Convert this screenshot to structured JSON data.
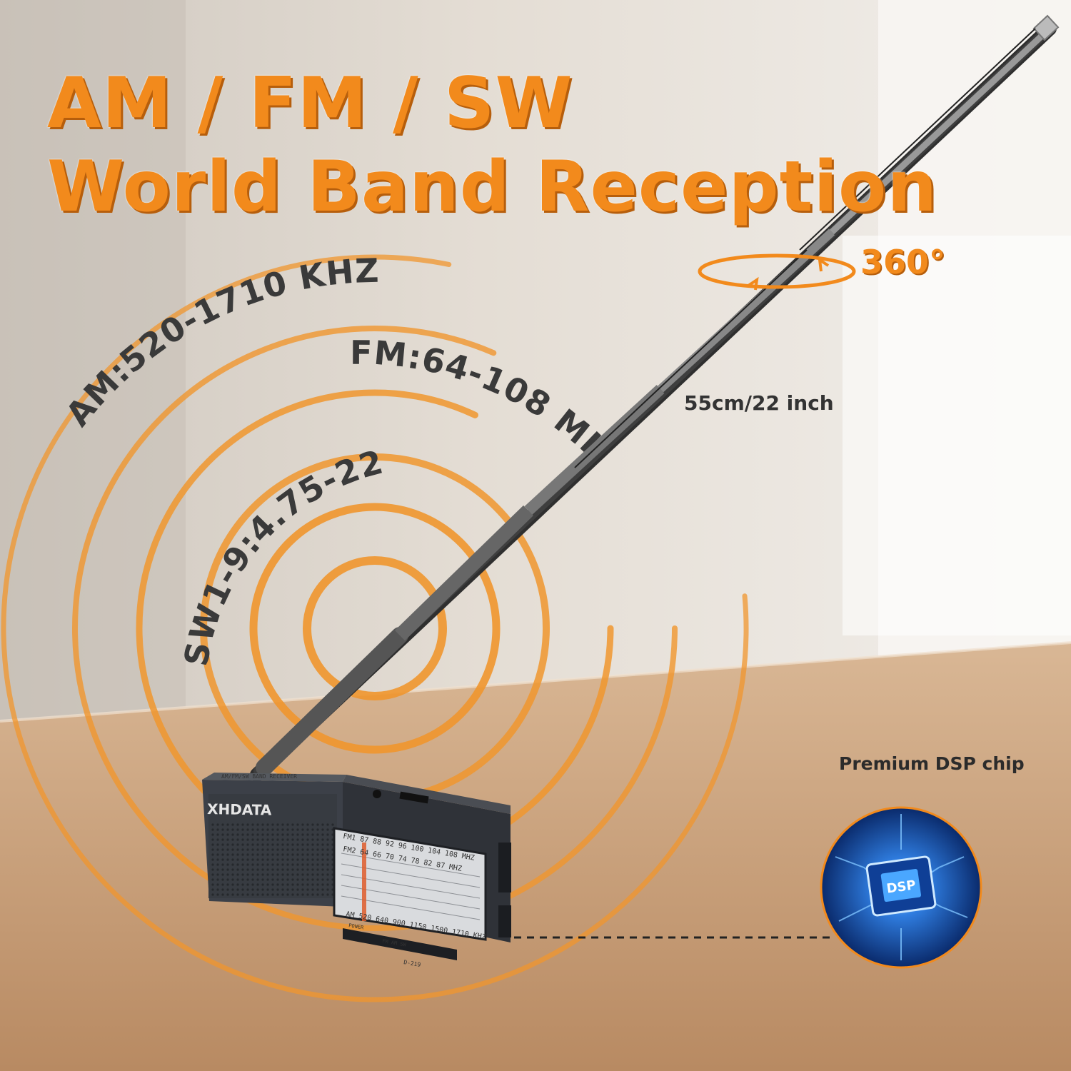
{
  "headline": {
    "line1": "AM / FM / SW",
    "line2": "World Band Reception"
  },
  "bands": {
    "am": "AM:520-1710 KHZ",
    "fm": "FM:64-108 MHZ",
    "sw": "SW1-9:4.75-22 MHZ"
  },
  "antenna": {
    "rotation": "360°",
    "length": "55cm/22 inch"
  },
  "radio": {
    "brand": "XHDATA",
    "top_label": "AM/FM/SW BAND RECEIVER",
    "model": "D-219",
    "fm1_scale": "FM1 87 88 92 96 100 104 108 MHZ",
    "fm2_scale": "FM2 64 66 70 74 78 82 87 MHZ",
    "am_scale": "AM 520 640 900 1150 1500 1710 KHZ",
    "power_label": "POWER",
    "band_label": "FM AM     SW"
  },
  "dsp": {
    "chip_label": "DSP",
    "caption": "Premium DSP chip"
  },
  "colors": {
    "accent": "#f28a1c",
    "wave": "#f0962e",
    "text_dark": "#3a3a3a"
  }
}
